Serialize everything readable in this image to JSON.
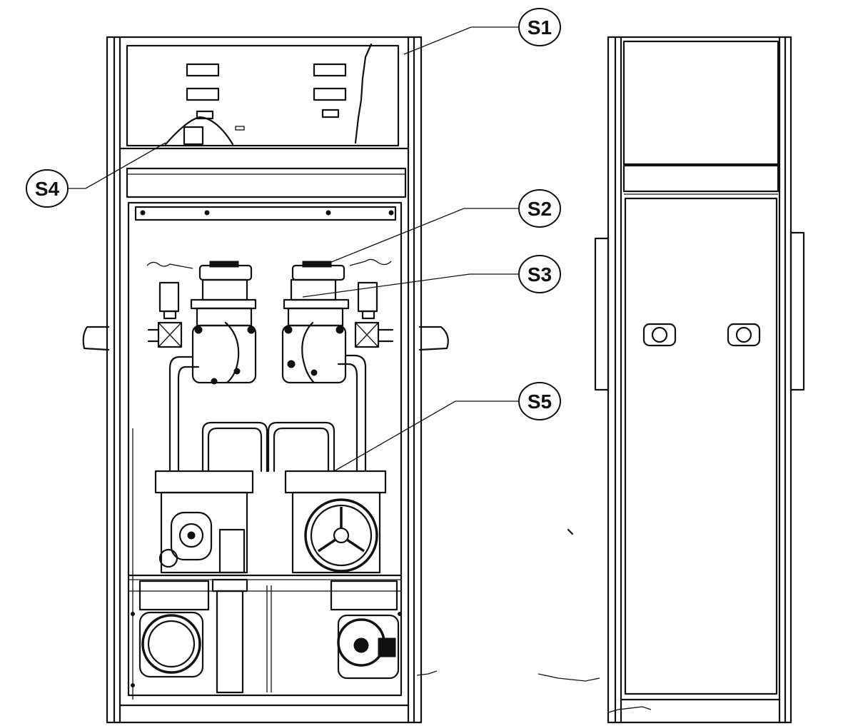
{
  "callouts": [
    {
      "id": "s1",
      "label": "S1"
    },
    {
      "id": "s2",
      "label": "S2"
    },
    {
      "id": "s3",
      "label": "S3"
    },
    {
      "id": "s4",
      "label": "S4"
    },
    {
      "id": "s5",
      "label": "S5"
    }
  ],
  "views": {
    "front": "front-view-open-cabinet",
    "side": "side-view-enclosure"
  },
  "colors": {
    "ink": "#111111",
    "paper": "#ffffff"
  }
}
